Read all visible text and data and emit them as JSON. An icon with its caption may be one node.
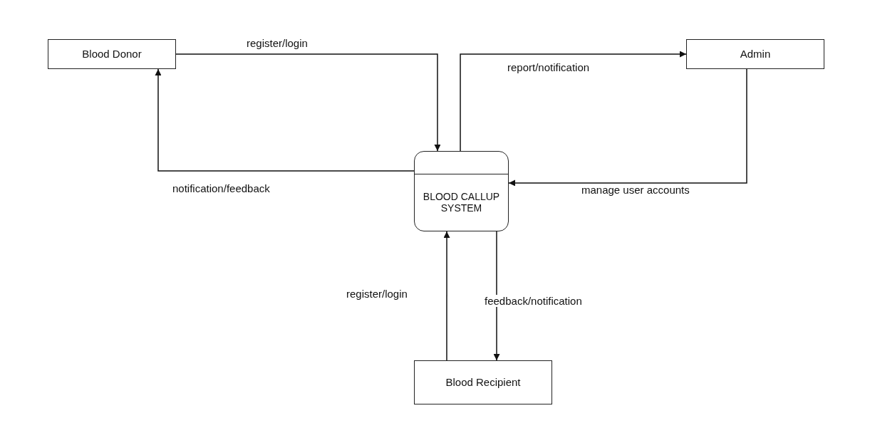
{
  "diagram": {
    "nodes": [
      {
        "text": [
          "Blood Donor"
        ]
      },
      {
        "text": [
          "Admin"
        ]
      },
      {
        "text": [
          "BLOOD CALLUP SYSTEM"
        ]
      },
      {
        "text": [
          "Blood Recipient"
        ]
      }
    ],
    "edges": [
      {
        "from": 0,
        "to": 2,
        "arrow": "to",
        "label": "register/login"
      },
      {
        "from": 2,
        "to": 0,
        "arrow": "to",
        "label": "notification/feedback"
      },
      {
        "from": 2,
        "to": 1,
        "arrow": "to",
        "label": "report/notification"
      },
      {
        "from": 1,
        "to": 2,
        "arrow": "to",
        "label": "manage user accounts"
      },
      {
        "from": 3,
        "to": 2,
        "arrow": "to",
        "label": "register/login"
      },
      {
        "from": 2,
        "to": 3,
        "arrow": "to",
        "label": "feedback/notification"
      }
    ]
  }
}
